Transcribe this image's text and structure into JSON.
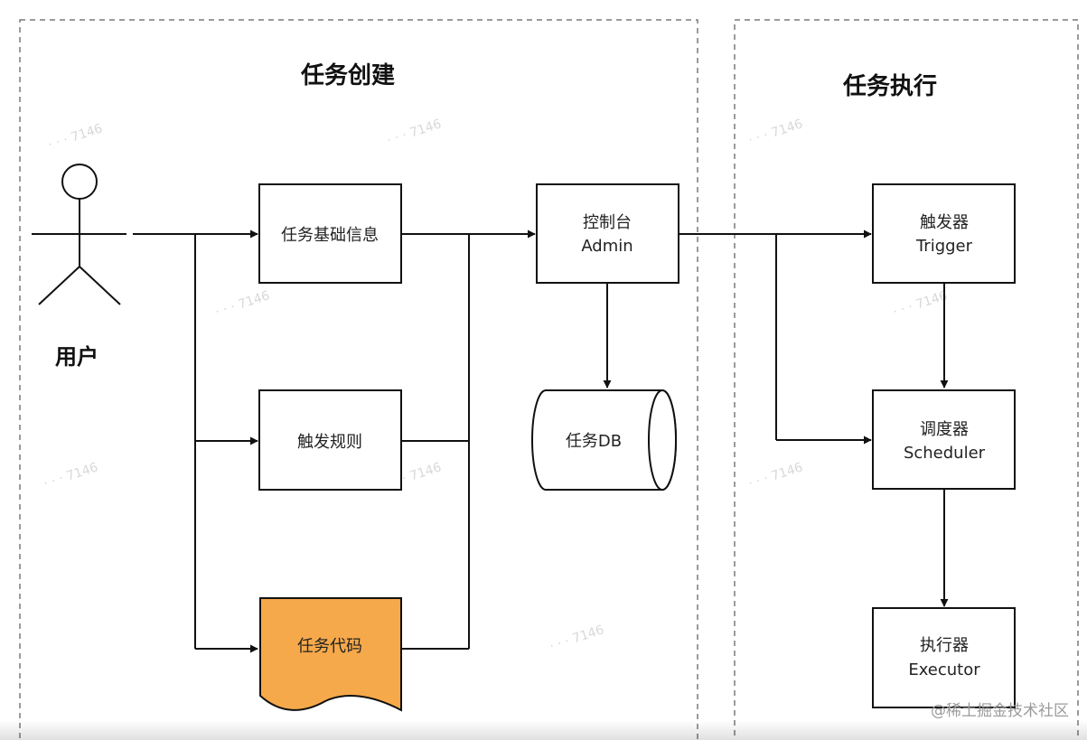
{
  "sections": {
    "create_title": "任务创建",
    "execute_title": "任务执行"
  },
  "actor": {
    "label": "用户"
  },
  "nodes": {
    "task_info": "任务基础信息",
    "trigger_rule": "触发规则",
    "task_code": "任务代码",
    "admin_line1": "控制台",
    "admin_line2": "Admin",
    "task_db": "任务DB",
    "trigger_line1": "触发器",
    "trigger_line2": "Trigger",
    "scheduler_line1": "调度器",
    "scheduler_line2": "Scheduler",
    "executor_line1": "执行器",
    "executor_line2": "Executor"
  },
  "watermark": {
    "credit": "@稀土掘金技术社区"
  },
  "colors": {
    "line": "#111111",
    "task_code_fill": "#F6A94A",
    "dashed_border": "#7a7a7a"
  }
}
